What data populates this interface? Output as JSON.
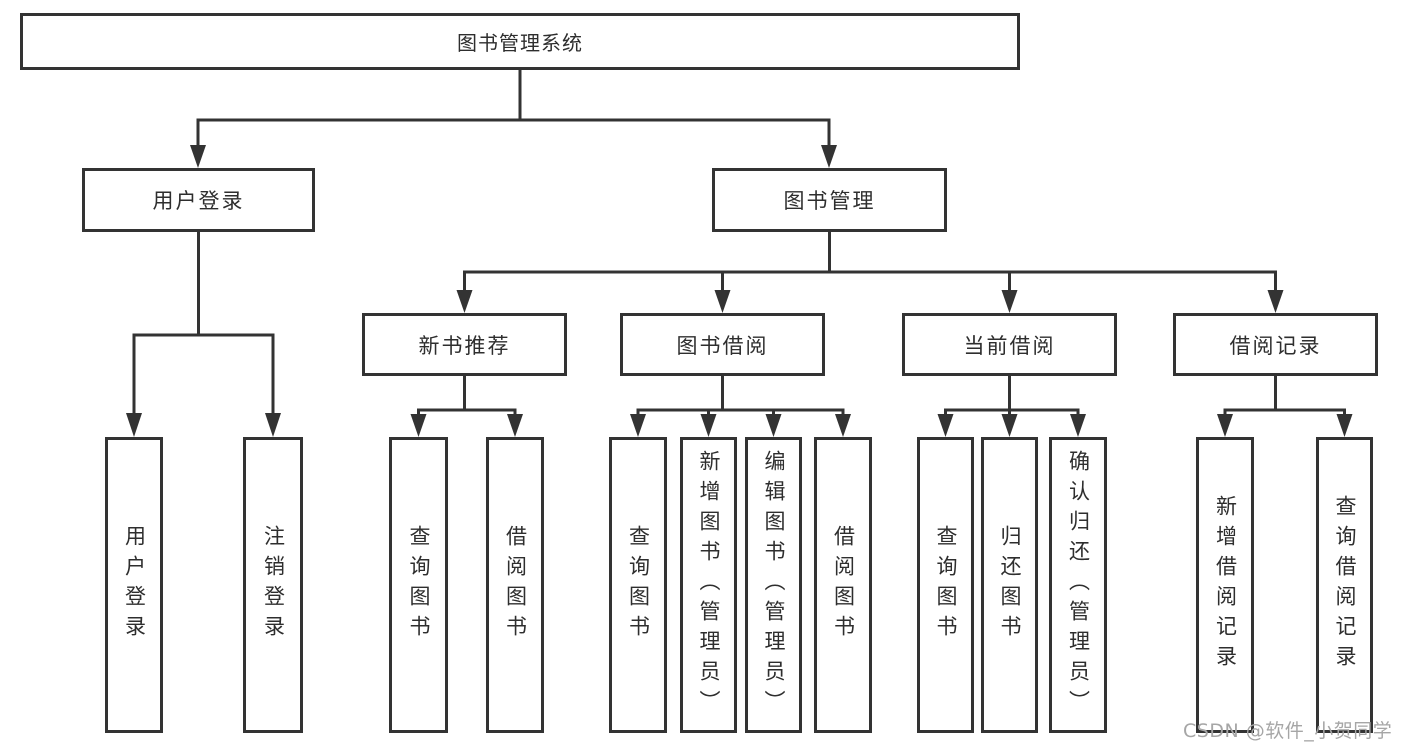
{
  "diagram": {
    "root": {
      "label": "图书管理系统"
    },
    "level2": [
      {
        "label": "用户登录"
      },
      {
        "label": "图书管理"
      }
    ],
    "level3": [
      {
        "label": "新书推荐"
      },
      {
        "label": "图书借阅"
      },
      {
        "label": "当前借阅"
      },
      {
        "label": "借阅记录"
      }
    ],
    "leaves": [
      {
        "label": "用户登录"
      },
      {
        "label": "注销登录"
      },
      {
        "label": "查询图书"
      },
      {
        "label": "借阅图书"
      },
      {
        "label": "查询图书"
      },
      {
        "label": "新增图书（管理员）"
      },
      {
        "label": "编辑图书（管理员）"
      },
      {
        "label": "借阅图书"
      },
      {
        "label": "查询图书"
      },
      {
        "label": "归还图书"
      },
      {
        "label": "确认归还（管理员）"
      },
      {
        "label": "新增借阅记录"
      },
      {
        "label": "查询借阅记录"
      }
    ]
  },
  "watermark": {
    "text": "CSDN @软件_小贺同学"
  },
  "colors": {
    "line": "#333333",
    "box_border": "#333333",
    "box_fill": "#ffffff",
    "text": "#2e2e2e",
    "watermark": "#a6a6a6",
    "background": "#ffffff"
  }
}
